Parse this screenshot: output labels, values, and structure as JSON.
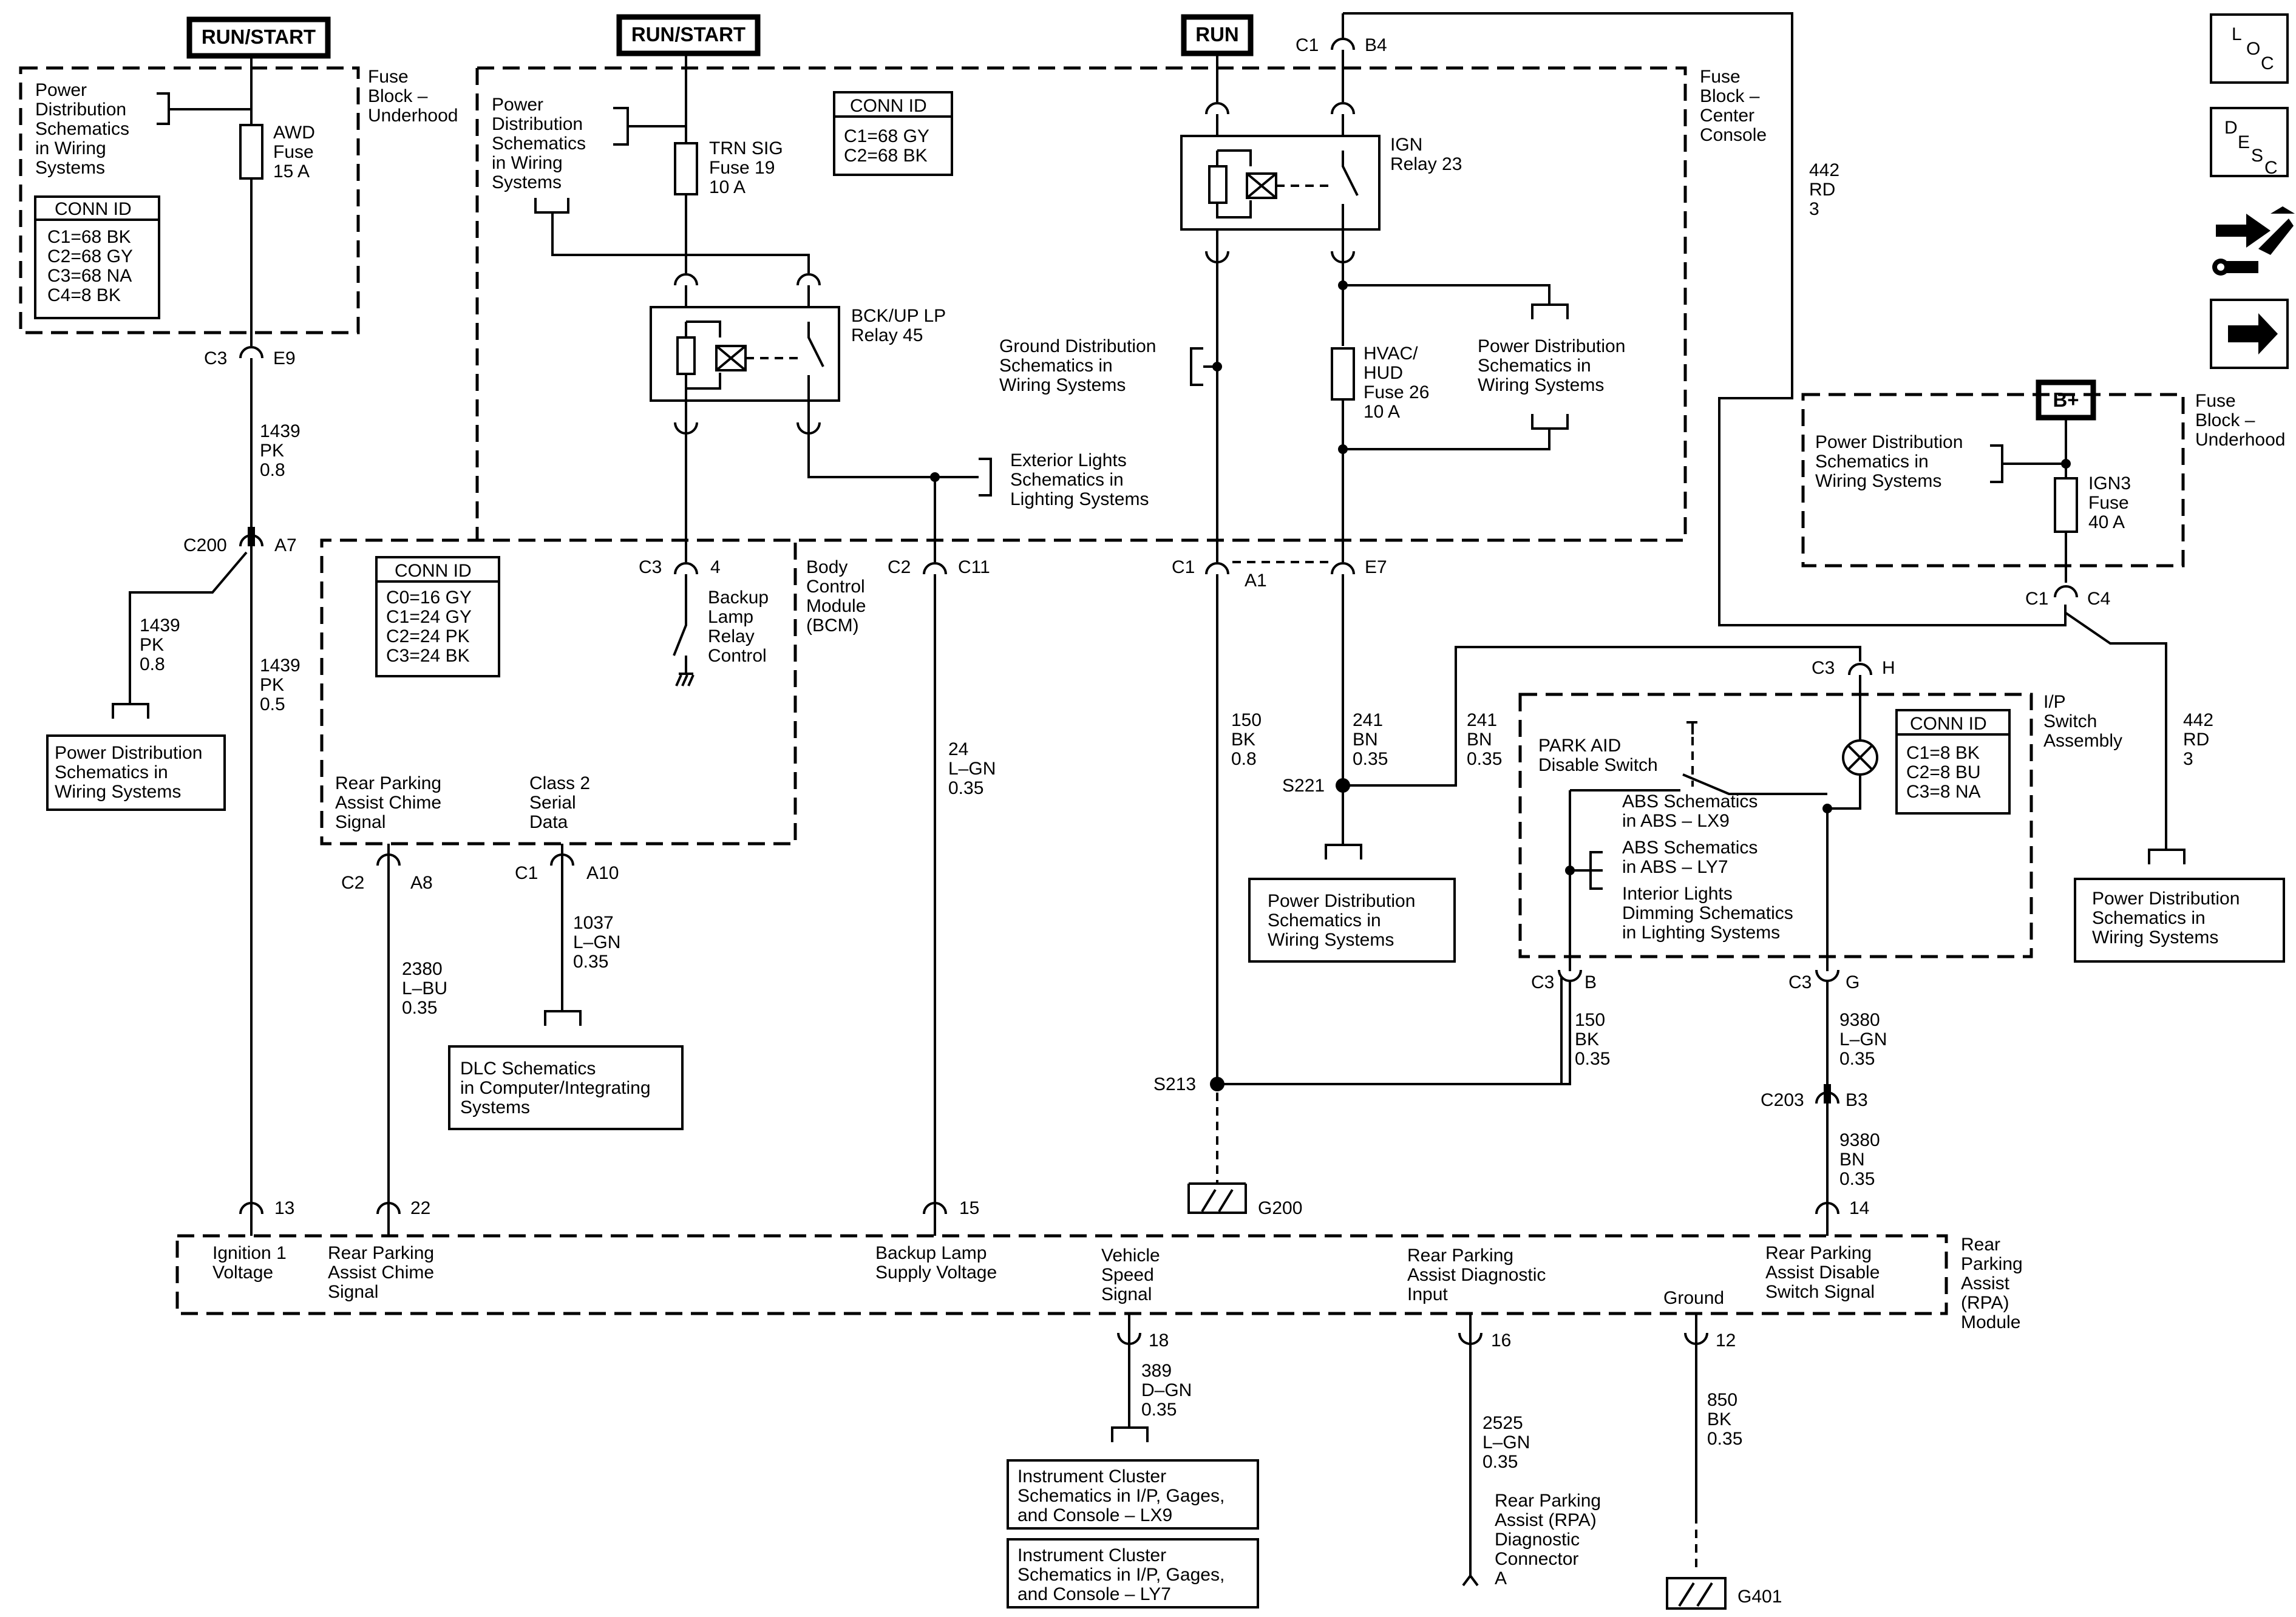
{
  "headers": {
    "run_start_1": "RUN/START",
    "run_start_2": "RUN/START",
    "run": "RUN",
    "b_plus": "B+"
  },
  "nav": {
    "loc": [
      "L",
      "O",
      "C"
    ],
    "desc": [
      "D",
      "E",
      "S",
      "C"
    ]
  },
  "fuse_block_underhood_1": {
    "title": [
      "Fuse",
      "Block –",
      "Underhood"
    ],
    "power_dist": [
      "Power",
      "Distribution",
      "Schematics",
      "in Wiring",
      "Systems"
    ],
    "fuse": [
      "AWD",
      "Fuse",
      "15 A"
    ],
    "conn_id_title": "CONN ID",
    "conn_id": [
      "C1=68 BK",
      "C2=68 GY",
      "C3=68 NA",
      "C4=8 BK"
    ]
  },
  "fuse_block_center": {
    "title": [
      "Fuse",
      "Block –",
      "Center",
      "Console"
    ],
    "power_dist": [
      "Power",
      "Distribution",
      "Schematics",
      "in Wiring",
      "Systems"
    ],
    "trn_fuse": [
      "TRN SIG",
      "Fuse 19",
      "10 A"
    ],
    "conn_id_title": "CONN ID",
    "conn_id": [
      "C1=68 GY",
      "C2=68 BK"
    ],
    "bckup_relay": [
      "BCK/UP LP",
      "Relay 45"
    ],
    "exterior_lights": [
      "Exterior Lights",
      "Schematics in",
      "Lighting Systems"
    ],
    "ground_dist": [
      "Ground Distribution",
      "Schematics in",
      "Wiring Systems"
    ],
    "ign_relay": [
      "IGN",
      "Relay 23"
    ],
    "hvac_fuse": [
      "HVAC/",
      "HUD",
      "Fuse 26",
      "10 A"
    ],
    "power_dist_2": [
      "Power Distribution",
      "Schematics in",
      "Wiring Systems"
    ]
  },
  "bcm": {
    "title": [
      "Body",
      "Control",
      "Module",
      "(BCM)"
    ],
    "conn_id_title": "CONN ID",
    "conn_id": [
      "C0=16 GY",
      "C1=24 GY",
      "C2=24 PK",
      "C3=24 BK"
    ],
    "backup_control": [
      "Backup",
      "Lamp",
      "Relay",
      "Control"
    ],
    "chime_signal": [
      "Rear Parking",
      "Assist Chime",
      "Signal"
    ],
    "class2": [
      "Class 2",
      "Serial",
      "Data"
    ]
  },
  "connectors": {
    "c3_e9": [
      "C3",
      "E9"
    ],
    "c200_a7": [
      "C200",
      "A7"
    ],
    "c3_4": [
      "C3",
      "4"
    ],
    "c2_c11": [
      "C2",
      "C11"
    ],
    "c1_a1": [
      "C1",
      "A1"
    ],
    "e7": "E7",
    "c1_b4": [
      "C1",
      "B4"
    ],
    "c2_a8": [
      "C2",
      "A8"
    ],
    "c1_a10": [
      "C1",
      "A10"
    ],
    "c3_h": [
      "C3",
      "H"
    ],
    "c3_b": [
      "C3",
      "B"
    ],
    "c3_g": [
      "C3",
      "G"
    ],
    "c203_b3": [
      "C203",
      "B3"
    ],
    "c1_c4": [
      "C1",
      "C4"
    ],
    "s221": "S221",
    "s213": "S213",
    "g200": "G200",
    "g401": "G401"
  },
  "wires": {
    "w1439_08": [
      "1439",
      "PK",
      "0.8"
    ],
    "w1439_08b": [
      "1439",
      "PK",
      "0.8"
    ],
    "w1439_05": [
      "1439",
      "PK",
      "0.5"
    ],
    "w24": [
      "24",
      "L–GN",
      "0.35"
    ],
    "w150_08": [
      "150",
      "BK",
      "0.8"
    ],
    "w241_a": [
      "241",
      "BN",
      "0.35"
    ],
    "w241_b": [
      "241",
      "BN",
      "0.35"
    ],
    "w442_a": [
      "442",
      "RD",
      "3"
    ],
    "w442_b": [
      "442",
      "RD",
      "3"
    ],
    "w2380": [
      "2380",
      "L–BU",
      "0.35"
    ],
    "w1037": [
      "1037",
      "L–GN",
      "0.35"
    ],
    "w150_035": [
      "150",
      "BK",
      "0.35"
    ],
    "w9380_a": [
      "9380",
      "L–GN",
      "0.35"
    ],
    "w9380_b": [
      "9380",
      "BN",
      "0.35"
    ],
    "w389": [
      "389",
      "D–GN",
      "0.35"
    ],
    "w2525": [
      "2525",
      "L–GN",
      "0.35"
    ],
    "w850": [
      "850",
      "BK",
      "0.35"
    ]
  },
  "power_dist_left": [
    "Power Distribution",
    "Schematics in",
    "Wiring  Systems"
  ],
  "dlc": [
    "DLC Schematics",
    "in Computer/Integrating",
    "Systems"
  ],
  "power_dist_s221": [
    "Power Distribution",
    "Schematics in",
    "Wiring Systems"
  ],
  "power_dist_right": [
    "Power Distribution",
    "Schematics in",
    "Wiring Systems"
  ],
  "fuse_block_underhood_2": {
    "title": [
      "Fuse",
      "Block –",
      "Underhood"
    ],
    "power_dist": [
      "Power Distribution",
      "Schematics in",
      "Wiring Systems"
    ],
    "fuse": [
      "IGN3",
      "Fuse",
      "40 A"
    ]
  },
  "ip_switch": {
    "title": [
      "I/P",
      "Switch",
      "Assembly"
    ],
    "park_aid": [
      "PARK AID",
      "Disable Switch"
    ],
    "abs_lx9": [
      "ABS Schematics",
      "in ABS – LX9"
    ],
    "abs_ly7": [
      "ABS Schematics",
      "in ABS – LY7"
    ],
    "interior": [
      "Interior Lights",
      "Dimming Schematics",
      "in Lighting Systems"
    ],
    "conn_id_title": "CONN ID",
    "conn_id": [
      "C1=8 BK",
      "C2=8 BU",
      "C3=8 NA"
    ]
  },
  "rpa": {
    "title": [
      "Rear",
      "Parking",
      "Assist",
      "(RPA)",
      "Module"
    ],
    "pins": {
      "p13": "13",
      "p22": "22",
      "p15": "15",
      "p14": "14",
      "p18": "18",
      "p16": "16",
      "p12": "12"
    },
    "ignition": [
      "Ignition 1",
      "Voltage"
    ],
    "chime": [
      "Rear Parking",
      "Assist Chime",
      "Signal"
    ],
    "backup": [
      "Backup Lamp",
      "Supply Voltage"
    ],
    "vss": [
      "Vehicle",
      "Speed",
      "Signal"
    ],
    "diag": [
      "Rear Parking",
      "Assist Diagnostic",
      "Input"
    ],
    "ground": "Ground",
    "disable": [
      "Rear Parking",
      "Assist Disable",
      "Switch Signal"
    ]
  },
  "instrument_lx9": [
    "Instrument Cluster",
    "Schematics in I/P, Gages,",
    "and Console – LX9"
  ],
  "instrument_ly7": [
    "Instrument Cluster",
    "Schematics in I/P, Gages,",
    "and Console – LY7"
  ],
  "diag_connector": [
    "Rear Parking",
    "Assist (RPA)",
    "Diagnostic",
    "Connector",
    "A"
  ]
}
